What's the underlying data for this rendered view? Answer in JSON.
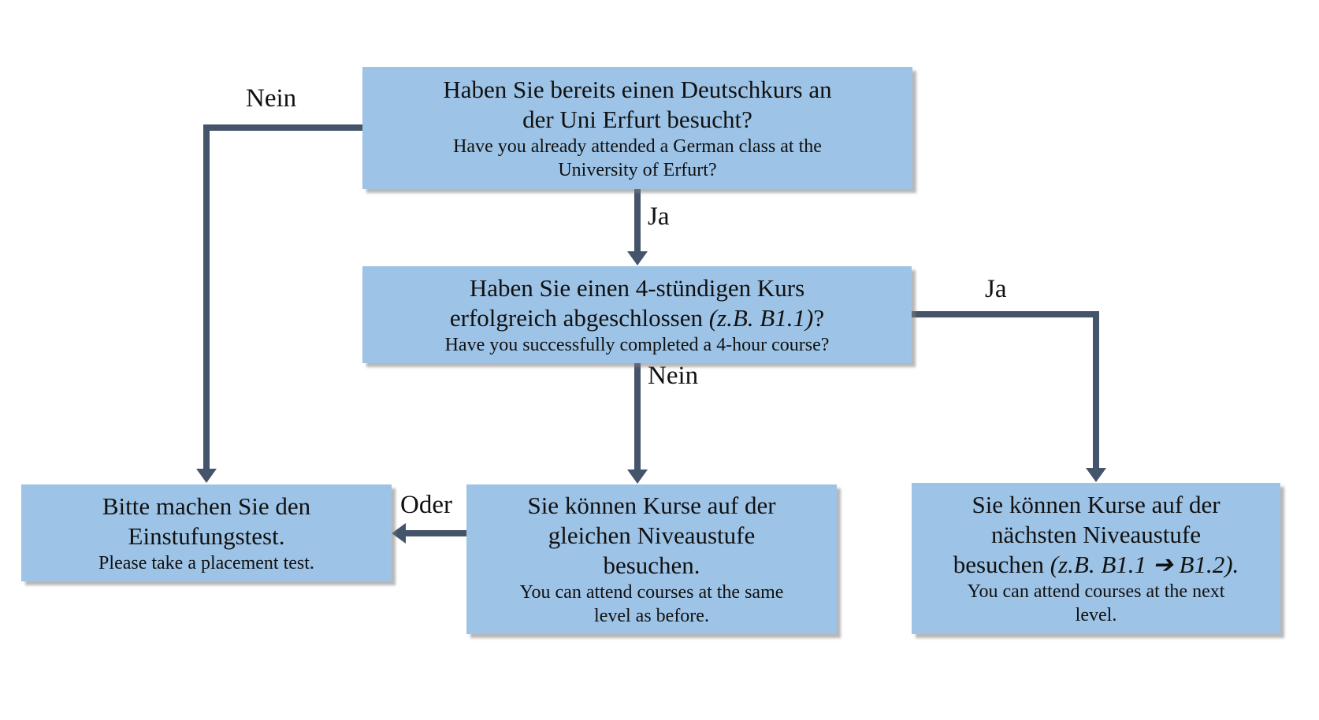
{
  "colors": {
    "box_fill": "#9DC3E6",
    "connector": "#44546A",
    "text": "#111111"
  },
  "labels": {
    "nein1": "Nein",
    "ja1": "Ja",
    "ja2": "Ja",
    "nein2": "Nein",
    "oder": "Oder"
  },
  "boxes": {
    "q1": {
      "de": [
        "Haben Sie bereits einen Deutschkurs an",
        "der Uni Erfurt besucht?"
      ],
      "en": [
        "Have you already attended a German class at the",
        "University of Erfurt?"
      ]
    },
    "q2": {
      "de1": "Haben Sie einen 4-stündigen Kurs",
      "de2_pre": "erfolgreich abgeschlossen ",
      "de2_italic": "(z.B. B1.1)",
      "de2_post": "?",
      "en": [
        "Have you successfully completed a 4-hour course?"
      ]
    },
    "placement": {
      "de": [
        "Bitte machen Sie den",
        "Einstufungstest."
      ],
      "en": [
        "Please take a placement test."
      ]
    },
    "same_level": {
      "de": [
        "Sie können Kurse auf der",
        "gleichen Niveaustufe",
        "besuchen."
      ],
      "en": [
        "You can attend courses at the same",
        "level as before."
      ]
    },
    "next_level": {
      "de1": "Sie können Kurse auf der",
      "de2": "nächsten Niveaustufe",
      "de3_pre": "besuchen ",
      "de3_italic": "(z.B. B1.1 ➔ B1.2).",
      "en": [
        "You can attend courses at the next",
        "level."
      ]
    }
  }
}
